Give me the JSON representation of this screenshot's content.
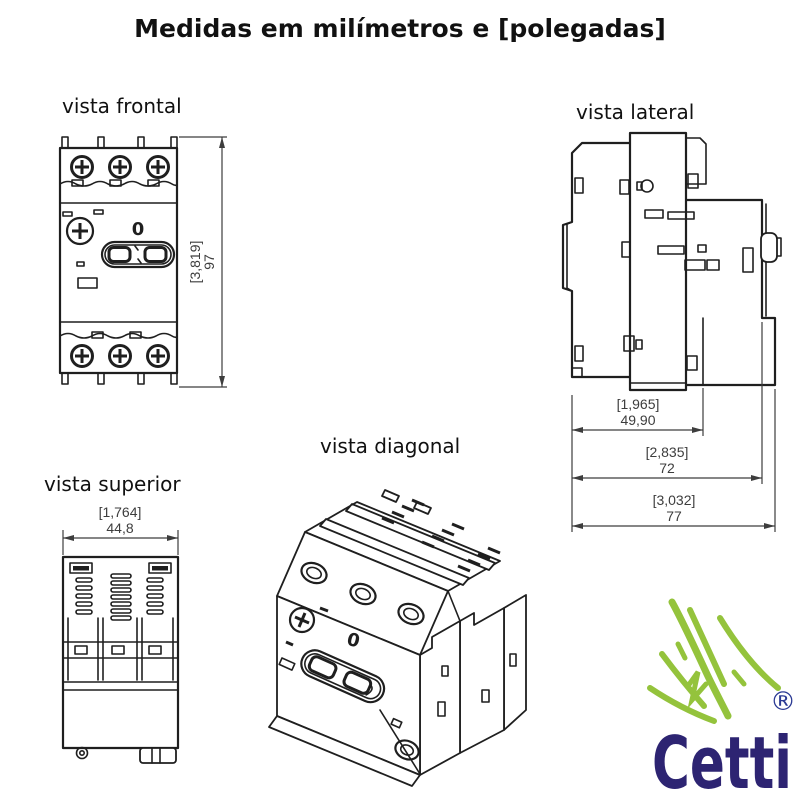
{
  "title": "Medidas em milímetros e [polegadas]",
  "views": {
    "frontal": {
      "label": "vista frontal",
      "switch_label": "0",
      "height_dim": {
        "inches": "[3,819]",
        "mm": "97"
      }
    },
    "lateral": {
      "label": "vista lateral",
      "dims": [
        {
          "inches": "[1,965]",
          "mm": "49,90"
        },
        {
          "inches": "[2,835]",
          "mm": "72"
        },
        {
          "inches": "[3,032]",
          "mm": "77"
        }
      ]
    },
    "superior": {
      "label": "vista superior",
      "width_dim": {
        "inches": "[1,764]",
        "mm": "44,8"
      }
    },
    "diagonal": {
      "label": "vista diagonal",
      "switch_label": "0"
    }
  },
  "logo": {
    "name": "Cetti",
    "registered": "®"
  },
  "colors": {
    "line": "#1f1f1f",
    "dim_text": "#3d3d3d",
    "logo_green": "#94c33c",
    "logo_navy": "#2d2472",
    "logo_blue": "#2b3a94"
  }
}
